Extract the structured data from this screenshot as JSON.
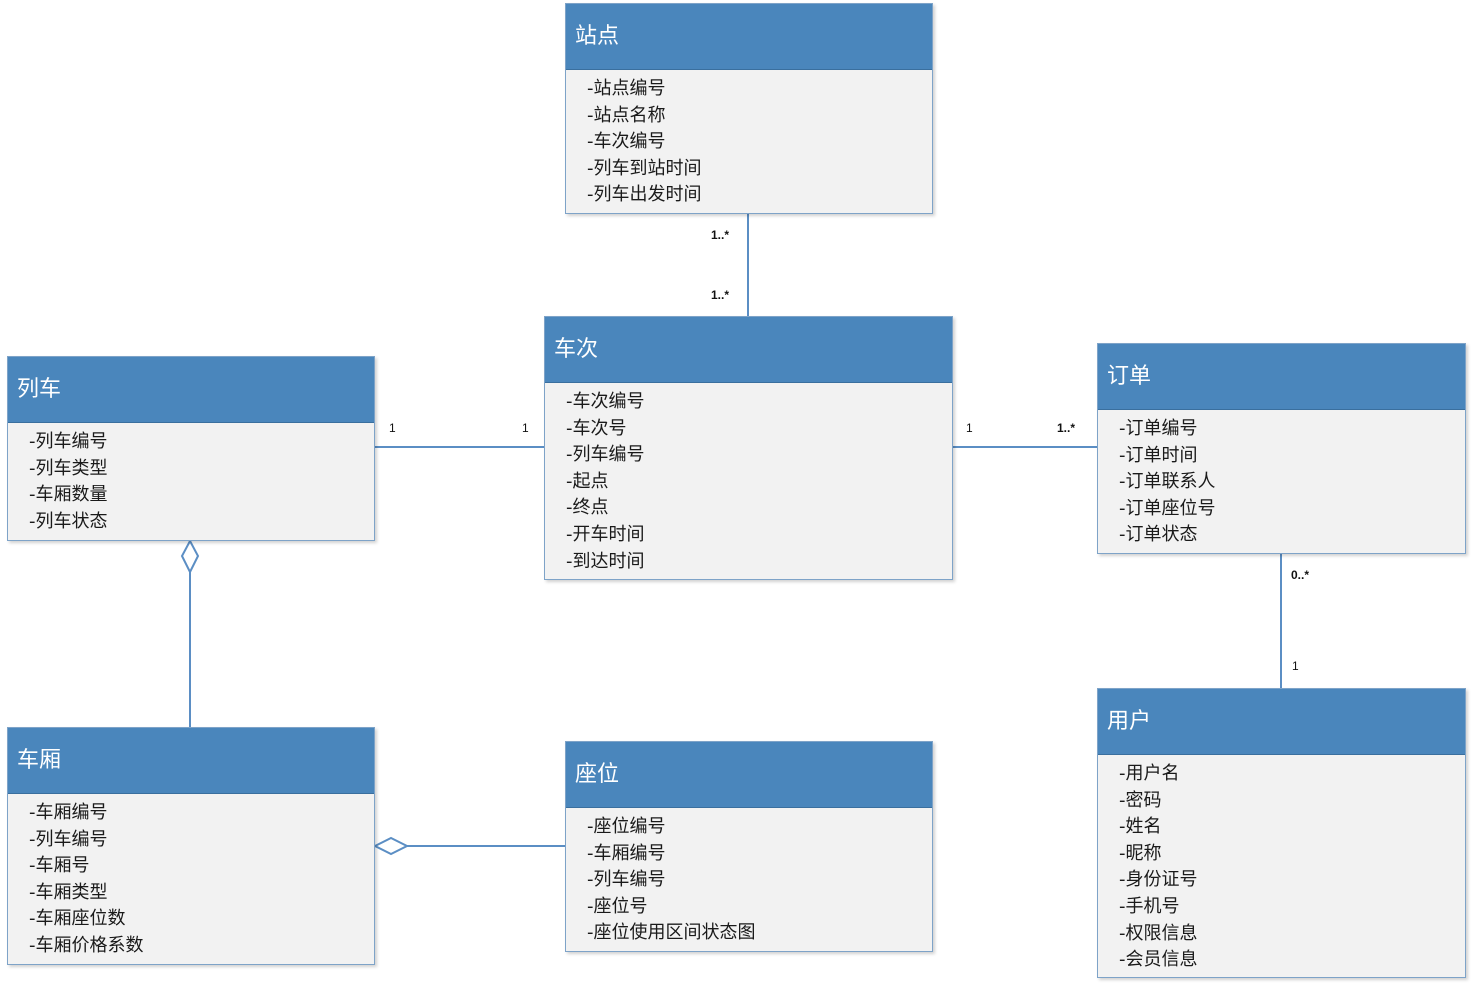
{
  "classes": {
    "station": {
      "name": "站点",
      "attributes": [
        "-站点编号",
        "-站点名称",
        "-车次编号",
        "-列车到站时间",
        "-列车出发时间"
      ]
    },
    "trip": {
      "name": "车次",
      "attributes": [
        "-车次编号",
        "-车次号",
        "-列车编号",
        "-起点",
        "-终点",
        "-开车时间",
        "-到达时间"
      ]
    },
    "train": {
      "name": "列车",
      "attributes": [
        "-列车编号",
        "-列车类型",
        "-车厢数量",
        "-列车状态"
      ]
    },
    "order": {
      "name": "订单",
      "attributes": [
        "-订单编号",
        "-订单时间",
        "-订单联系人",
        "-订单座位号",
        "-订单状态"
      ]
    },
    "carriage": {
      "name": "车厢",
      "attributes": [
        "-车厢编号",
        "-列车编号",
        "-车厢号",
        "-车厢类型",
        "-车厢座位数",
        "-车厢价格系数"
      ]
    },
    "seat": {
      "name": "座位",
      "attributes": [
        "-座位编号",
        "-车厢编号",
        "-列车编号",
        "-座位号",
        "-座位使用区间状态图"
      ]
    },
    "user": {
      "name": "用户",
      "attributes": [
        "-用户名",
        "-密码",
        "-姓名",
        "-昵称",
        "-身份证号",
        "-手机号",
        "-权限信息",
        "-会员信息"
      ]
    }
  },
  "multiplicities": {
    "station_trip_station_end": "1..*",
    "station_trip_trip_end": "1..*",
    "train_trip_train_end": "1",
    "train_trip_trip_end": "1",
    "trip_order_trip_end": "1",
    "trip_order_order_end": "1..*",
    "order_user_order_end": "0..*",
    "order_user_user_end": "1"
  },
  "colors": {
    "header_fill": "#4a86bc",
    "body_fill": "#f2f2f2",
    "connector": "#5b8ec4"
  }
}
